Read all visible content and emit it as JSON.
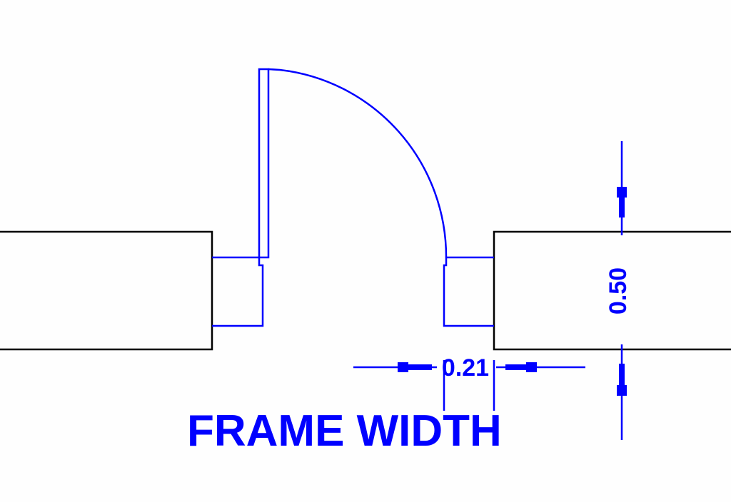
{
  "title": "FRAME WIDTH",
  "dimensions": {
    "frame_width": "0.21",
    "wall_thickness": "0.50"
  },
  "colors": {
    "annotation": "#0000ff",
    "wall": "#000000",
    "background": "#ffffff"
  }
}
